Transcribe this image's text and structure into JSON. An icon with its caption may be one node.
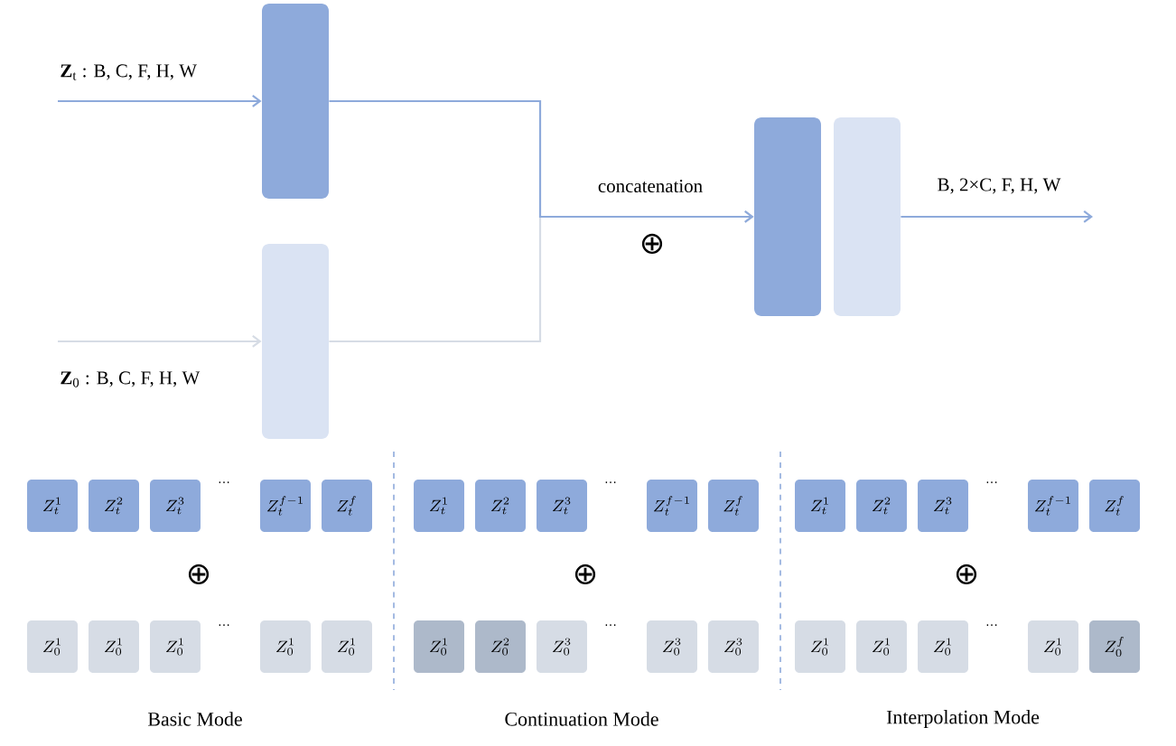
{
  "diagram": {
    "nodes": [
      {
        "text": [],
        "shape": "box"
      },
      {
        "text": [],
        "shape": "box"
      },
      {
        "text": [],
        "shape": "box"
      },
      {
        "text": [],
        "shape": "box"
      },
      {
        "text": [
          "Z_t^1"
        ]
      },
      {
        "text": [
          "Z_t^2"
        ]
      },
      {
        "text": [
          "Z_t^3"
        ]
      },
      {
        "text": [
          "Z_t^{f-1}"
        ]
      },
      {
        "text": [
          "Z_t^f"
        ]
      },
      {
        "text": [
          "Z_0^1"
        ]
      },
      {
        "text": [
          "Z_0^1"
        ]
      },
      {
        "text": [
          "Z_0^1"
        ]
      },
      {
        "text": [
          "Z_0^1"
        ]
      },
      {
        "text": [
          "Z_0^1"
        ]
      },
      {
        "text": [
          "Z_t^1"
        ]
      },
      {
        "text": [
          "Z_t^2"
        ]
      },
      {
        "text": [
          "Z_t^3"
        ]
      },
      {
        "text": [
          "Z_t^{f-1}"
        ]
      },
      {
        "text": [
          "Z_t^f"
        ]
      },
      {
        "text": [
          "Z_0^1"
        ]
      },
      {
        "text": [
          "Z_0^2"
        ]
      },
      {
        "text": [
          "Z_0^3"
        ]
      },
      {
        "text": [
          "Z_0^3"
        ]
      },
      {
        "text": [
          "Z_0^3"
        ]
      },
      {
        "text": [
          "Z_t^1"
        ]
      },
      {
        "text": [
          "Z_t^2"
        ]
      },
      {
        "text": [
          "Z_t^3"
        ]
      },
      {
        "text": [
          "Z_t^{f-1}"
        ]
      },
      {
        "text": [
          "Z_t^f"
        ]
      },
      {
        "text": [
          "Z_0^1"
        ]
      },
      {
        "text": [
          "Z_0^1"
        ]
      },
      {
        "text": [
          "Z_0^1"
        ]
      },
      {
        "text": [
          "Z_0^1"
        ]
      },
      {
        "text": [
          "Z_0^f"
        ]
      }
    ],
    "edges": [
      {
        "from": null,
        "to": 0,
        "arrow": "to",
        "label": "**Z**$_{t}$ : B, C, F, H, W"
      },
      {
        "from": null,
        "to": 1,
        "arrow": "to",
        "label": "**Z**$_{0}$ : B, C, F, H, W",
        "color": "#d6dce5"
      },
      {
        "from": 0,
        "to": 2,
        "arrow": "to",
        "label": "concatenation"
      },
      {
        "from": 1,
        "to": 2,
        "arrow": "to",
        "color": "#d6dce5"
      },
      {
        "from": 3,
        "to": null,
        "arrow": "to",
        "label": "B, 2×C, F, H, W"
      }
    ],
    "labels": [
      "⊕",
      "···",
      "⊕",
      "···",
      "Basic Mode",
      "···",
      "⊕",
      "···",
      "Continuation Mode",
      "···",
      "⊕",
      "···",
      "Interpolation Mode"
    ]
  }
}
